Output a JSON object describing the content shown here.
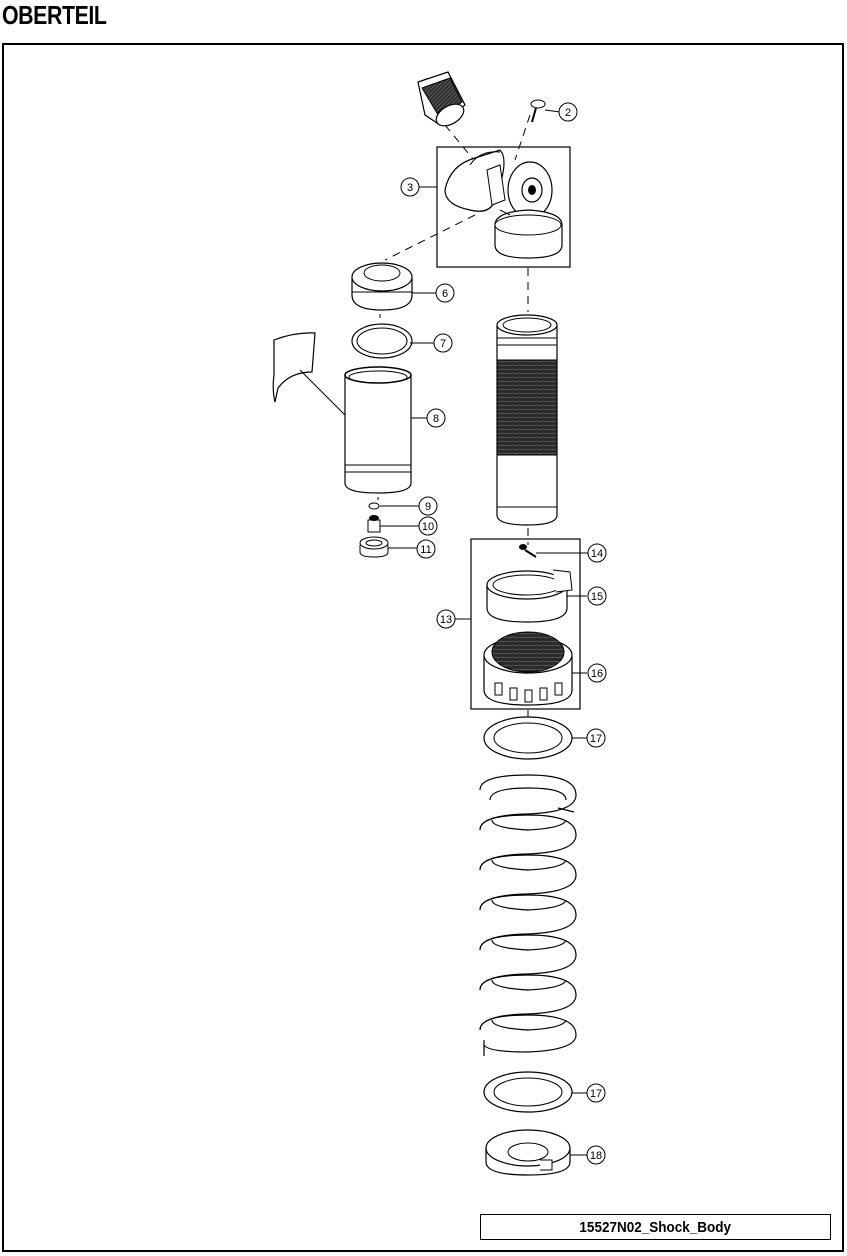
{
  "page": {
    "title": "OBERTEIL",
    "caption": "15527N02_Shock_Body"
  },
  "callouts": [
    {
      "id": "c2",
      "label": "2"
    },
    {
      "id": "c3",
      "label": "3"
    },
    {
      "id": "c6",
      "label": "6"
    },
    {
      "id": "c7",
      "label": "7"
    },
    {
      "id": "c8",
      "label": "8"
    },
    {
      "id": "c9",
      "label": "9"
    },
    {
      "id": "c10",
      "label": "10"
    },
    {
      "id": "c11",
      "label": "11"
    },
    {
      "id": "c13",
      "label": "13"
    },
    {
      "id": "c14",
      "label": "14"
    },
    {
      "id": "c15",
      "label": "15"
    },
    {
      "id": "c16",
      "label": "16"
    },
    {
      "id": "c17a",
      "label": "17"
    },
    {
      "id": "c17b",
      "label": "17"
    },
    {
      "id": "c18",
      "label": "18"
    }
  ]
}
